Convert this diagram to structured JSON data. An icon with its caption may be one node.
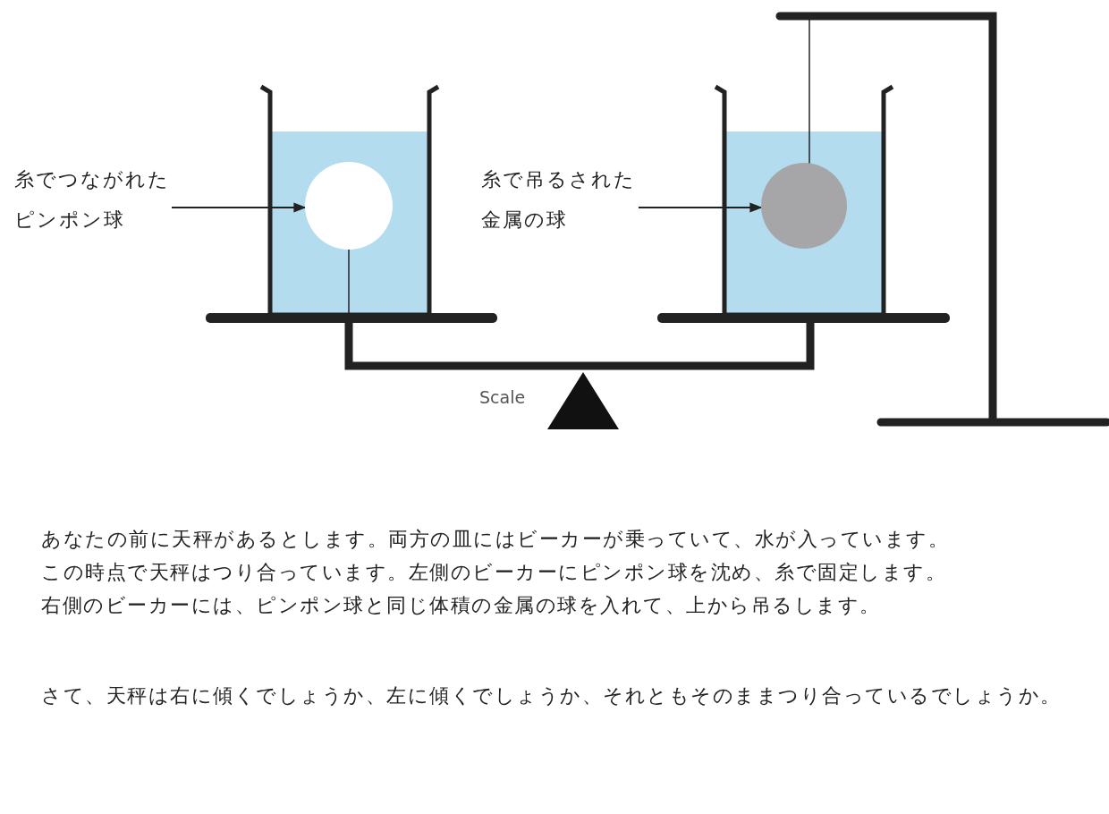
{
  "diagram": {
    "nodes": [
      {
        "text": [
          "糸でつながれたピンポン球"
        ]
      },
      {
        "text": [],
        "shape": "circle"
      },
      {
        "text": [
          "糸で吊るされた金属の球"
        ]
      },
      {
        "text": [],
        "shape": "circle"
      }
    ],
    "edges": [
      {
        "from": 0,
        "to": 1,
        "arrow": "to"
      },
      {
        "from": 2,
        "to": 3,
        "arrow": "to"
      }
    ],
    "labels": [
      "Scale",
      "あなたの前に天秤があるとします。両方の皿にはビーカーが乗っていて、水が入っています。",
      "この時点で天秤はつり合っています。左側のビーカーにピンポン球を沈め、糸で固定します。",
      "右側のビーカーには、ピンポン球と同じ体積の金属の球を入れて、上から吊るします。",
      "さて、天秤は右に傾くでしょうか、左に傾くでしょうか、それともそのままつり合っているでしょうか。"
    ]
  }
}
